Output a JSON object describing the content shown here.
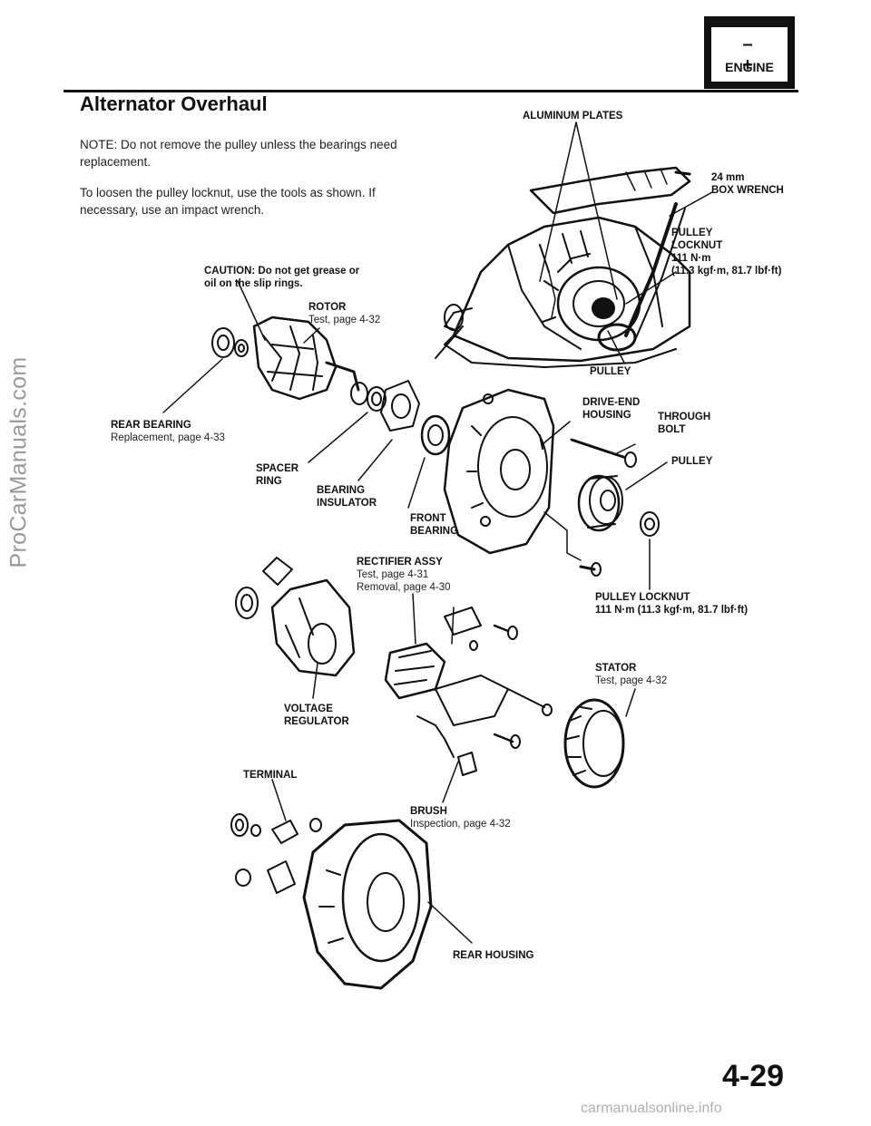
{
  "header": {
    "section_badge": {
      "signs": "– +",
      "label": "ENGINE"
    }
  },
  "title": "Alternator Overhaul",
  "paragraphs": {
    "note": "NOTE: Do not remove the pulley unless the bearings need replacement.",
    "instructions": "To loosen the pulley locknut, use the tools as shown. If necessary, use an impact wrench."
  },
  "labels": {
    "aluminum_plates": "ALUMINUM PLATES",
    "box_wrench": "24 mm\nBOX WRENCH",
    "pulley_locknut_top": {
      "name": "PULLEY\nLOCKNUT\n111 N·m",
      "spec": "(11.3 kgf·m, 81.7 lbf·ft)"
    },
    "pulley_top": "PULLEY",
    "caution": "CAUTION: Do not get grease or\noil on the slip rings.",
    "rotor": {
      "name": "ROTOR",
      "ref": "Test, page 4-32"
    },
    "rear_bearing": {
      "name": "REAR BEARING",
      "ref": "Replacement, page 4-33"
    },
    "drive_end_housing": "DRIVE-END\nHOUSING",
    "through_bolt": "THROUGH\nBOLT",
    "pulley_mid": "PULLEY",
    "spacer_ring": "SPACER\nRING",
    "bearing_insulator": "BEARING\nINSULATOR",
    "front_bearing": "FRONT\nBEARING",
    "rectifier": {
      "name": "RECTIFIER ASSY",
      "ref1": "Test, page 4-31",
      "ref2": "Removal, page 4-30"
    },
    "pulley_locknut_bottom": {
      "name": "PULLEY LOCKNUT",
      "spec": "111 N·m (11.3 kgf·m, 81.7 lbf·ft)"
    },
    "stator": {
      "name": "STATOR",
      "ref": "Test, page 4-32"
    },
    "voltage_regulator": "VOLTAGE\nREGULATOR",
    "terminal": "TERMINAL",
    "brush": {
      "name": "BRUSH",
      "ref": "Inspection, page 4-32"
    },
    "rear_housing": "REAR HOUSING"
  },
  "page_number": "4-29",
  "watermarks": {
    "left": "ProCarManuals.com",
    "bottom": "carmanualsonline.info"
  }
}
